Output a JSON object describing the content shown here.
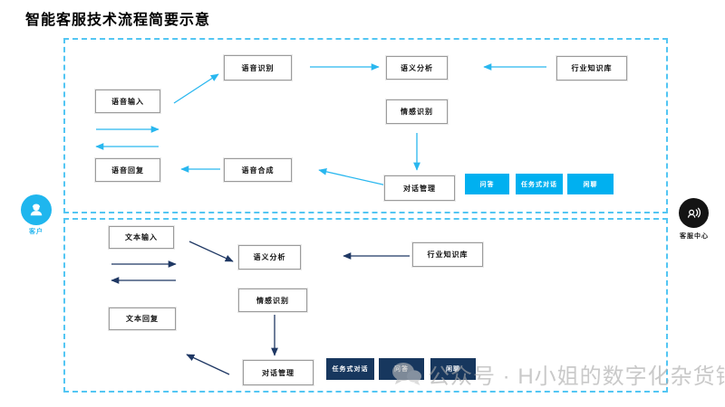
{
  "title": "智能客服技术流程简要示意",
  "actors": {
    "customer": "客户",
    "service_center": "客服中心"
  },
  "voice_flow": {
    "voice_input": "语音输入",
    "speech_recognition": "语音识别",
    "semantic_analysis": "语义分析",
    "industry_kb": "行业知识库",
    "emotion_recognition": "情感识别",
    "speech_synthesis": "语音合成",
    "voice_reply": "语音回复",
    "dialog_management": "对话管理",
    "modes": [
      "问答",
      "任务式对话",
      "闲聊"
    ]
  },
  "text_flow": {
    "text_input": "文本输入",
    "semantic_analysis": "语义分析",
    "industry_kb": "行业知识库",
    "emotion_recognition": "情感识别",
    "text_reply": "文本回复",
    "dialog_management": "对话管理",
    "modes": [
      "任务式对话",
      "问答",
      "闲聊"
    ]
  },
  "watermark": "公众号 · H小姐的数字化杂货铺",
  "colors": {
    "cyan_fill": "#00B0F0",
    "navy_fill": "#17375E",
    "cyan_arrow": "#29B7EF",
    "navy_arrow": "#1F3864",
    "dashed_border": "#53C6F3",
    "watermark_gray": "#A9A9A9"
  }
}
